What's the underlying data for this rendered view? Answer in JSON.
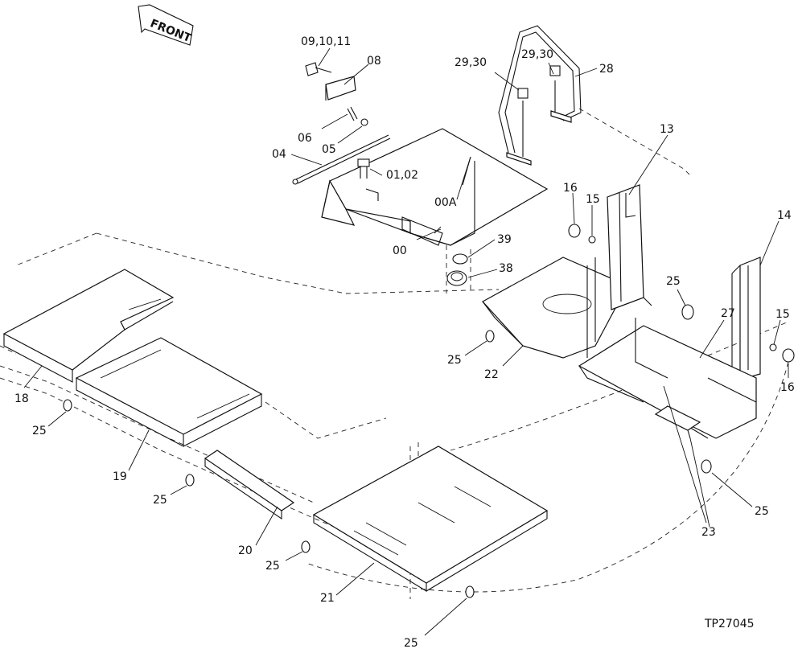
{
  "figure_id": "TP27045",
  "orientation_label": "FRONT",
  "callouts": {
    "c_09_10_11": "09,10,11",
    "c_08": "08",
    "c_29_30_a": "29,30",
    "c_29_30_b": "29,30",
    "c_28": "28",
    "c_06": "06",
    "c_05": "05",
    "c_04": "04",
    "c_01_02": "01,02",
    "c_00A": "00A",
    "c_00": "00",
    "c_16_a": "16",
    "c_15_a": "15",
    "c_13": "13",
    "c_14": "14",
    "c_39": "39",
    "c_38": "38",
    "c_25_a": "25",
    "c_27": "27",
    "c_15_b": "15",
    "c_16_b": "16",
    "c_25_b": "25",
    "c_22": "22",
    "c_18": "18",
    "c_25_c": "25",
    "c_19": "19",
    "c_25_d": "25",
    "c_20": "20",
    "c_25_e": "25",
    "c_21": "21",
    "c_25_f": "25",
    "c_23": "23",
    "c_25_g": "25"
  }
}
